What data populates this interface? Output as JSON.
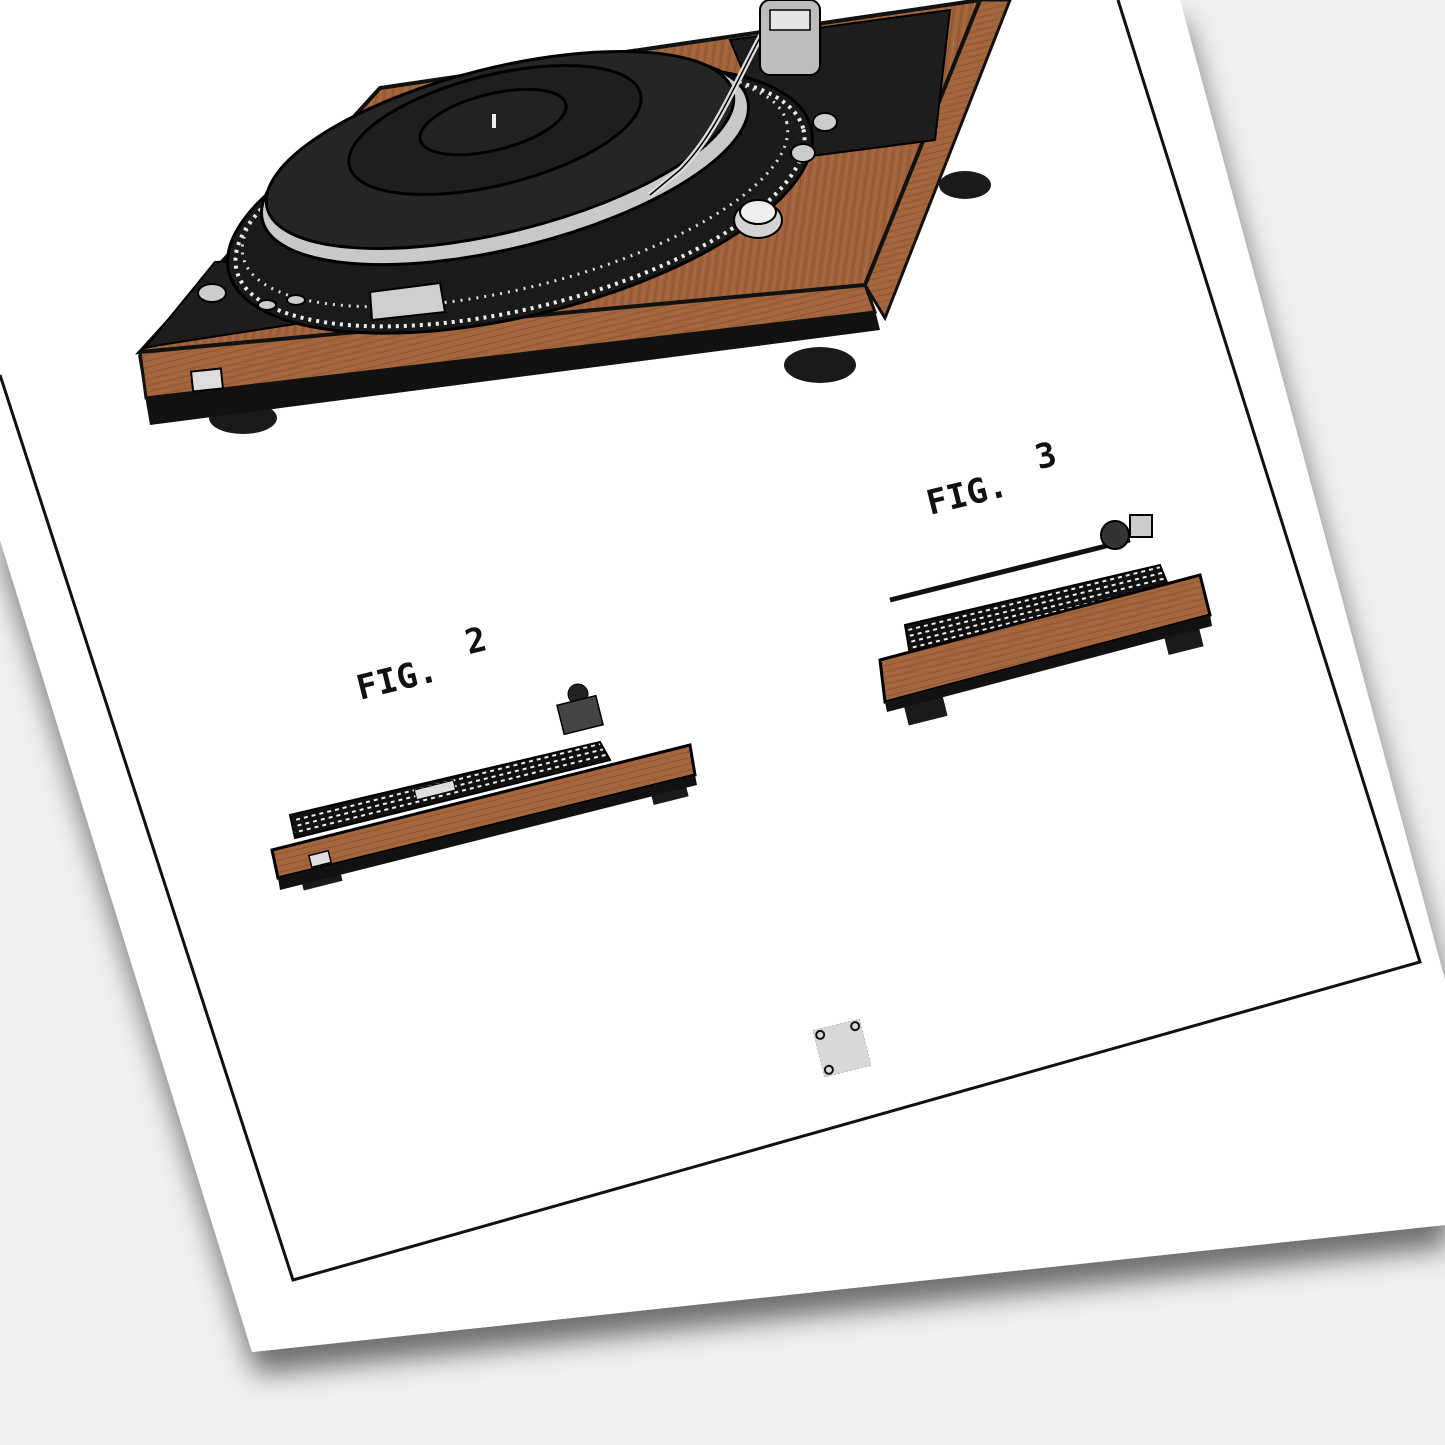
{
  "poster": {
    "subject": "Vintage direct-drive turntable patent illustration",
    "background_color": "#f0f0f0",
    "paper_color": "#ffffff",
    "frame_color": "#111111",
    "colors": {
      "wood": "#a0623a",
      "wood_dark": "#7a4526",
      "plinth_black": "#1a1a1a",
      "platter": "#222222",
      "chrome": "#d8d8d8"
    },
    "figures": [
      {
        "id": "fig1",
        "label": "",
        "view": "perspective top view"
      },
      {
        "id": "fig2",
        "label": "FIG. 2",
        "label_prefix": "FIG.",
        "label_number": "2",
        "view": "front side view"
      },
      {
        "id": "fig3",
        "label": "FIG. 3",
        "label_prefix": "FIG.",
        "label_number": "3",
        "view": "side view"
      }
    ],
    "qr_code": {
      "present": true
    }
  }
}
